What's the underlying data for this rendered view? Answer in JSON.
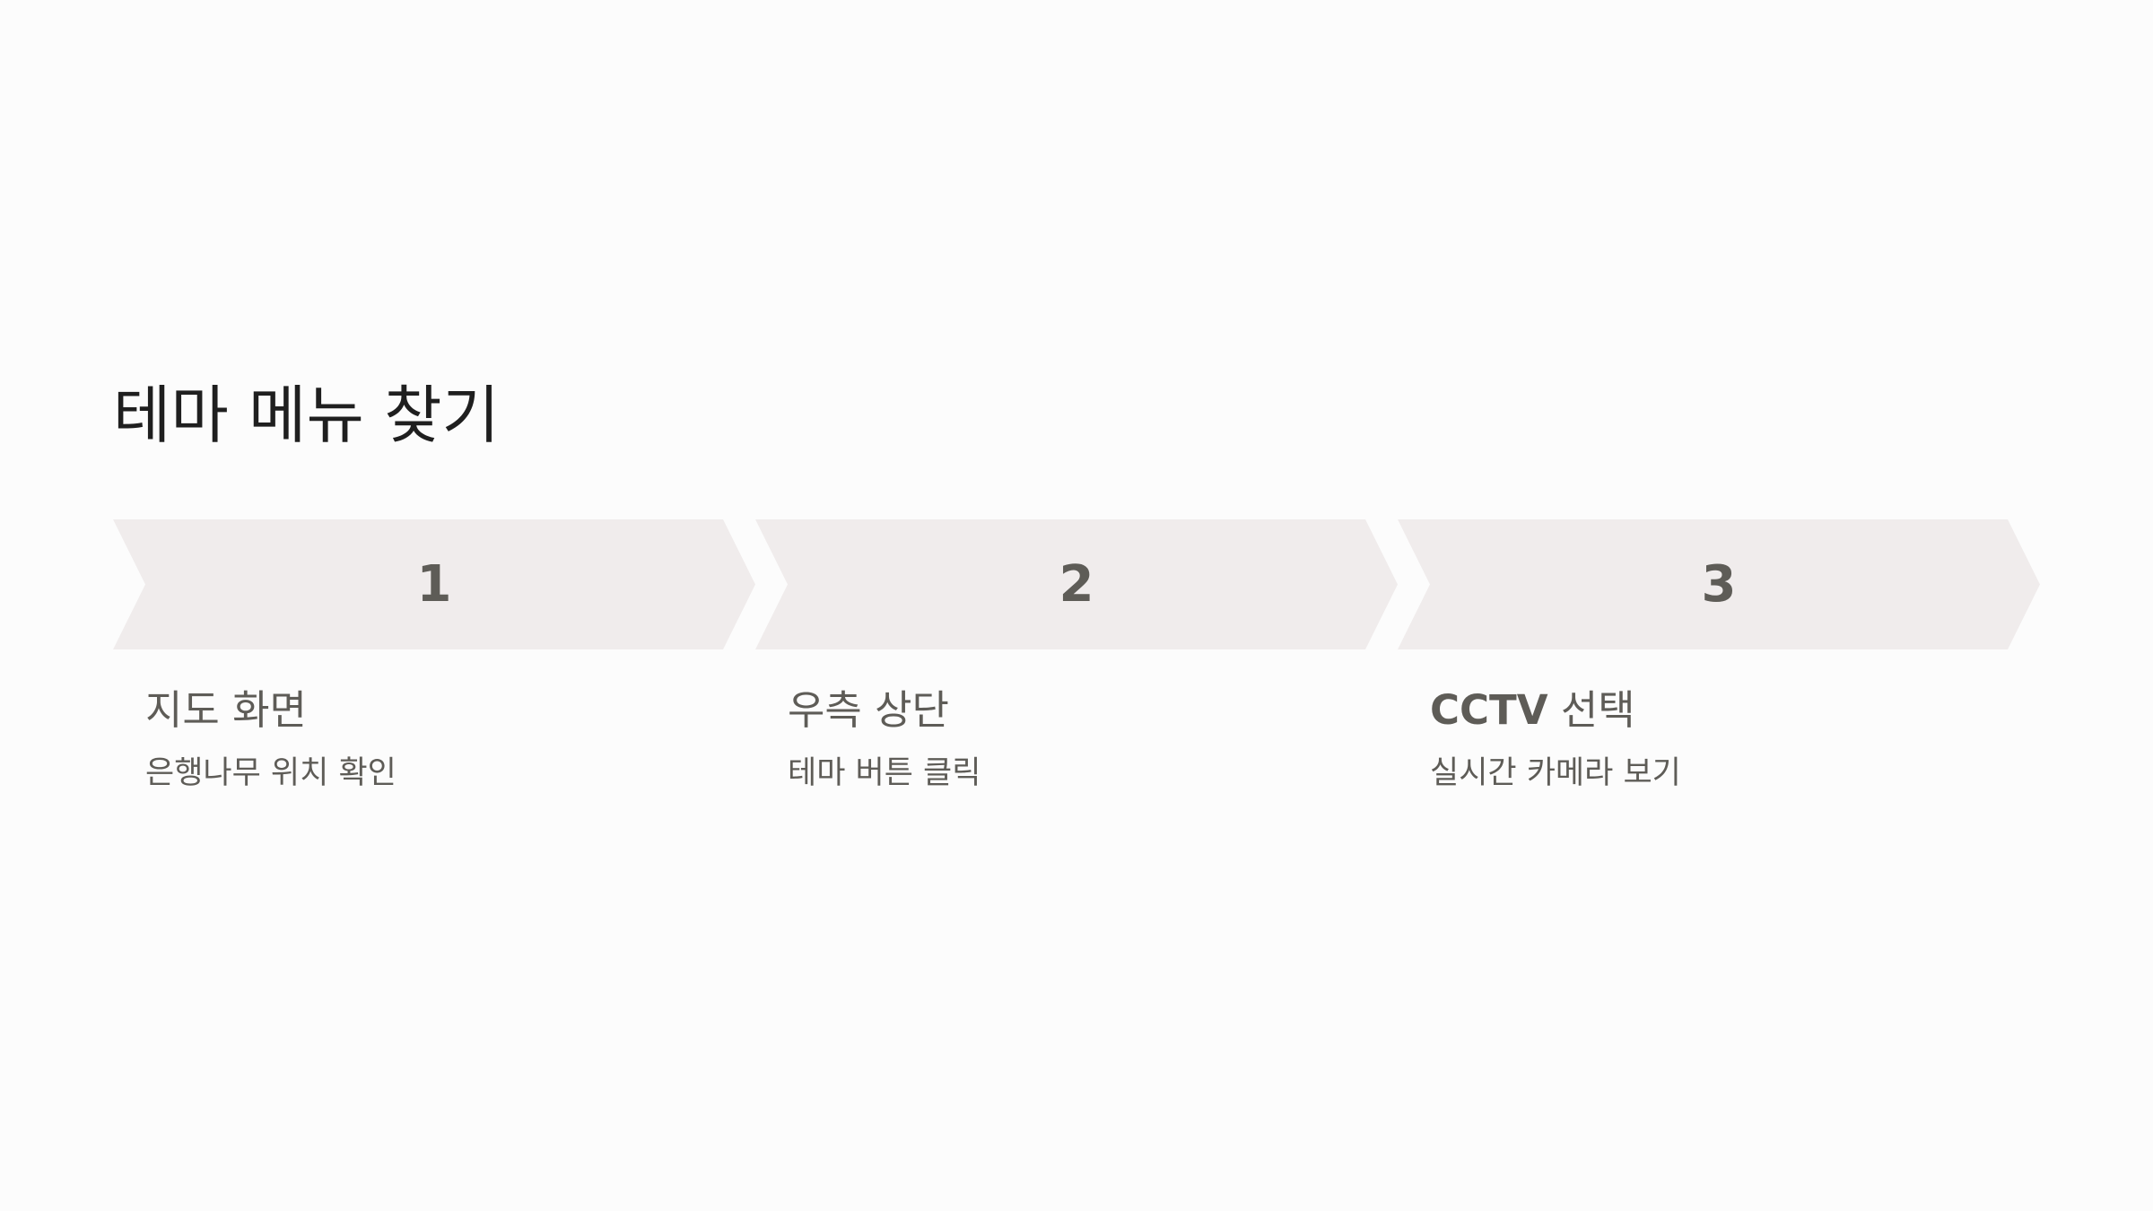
{
  "title": "테마 메뉴 찾기",
  "colors": {
    "background": "#fcfcfc",
    "chevron_fill": "#f0ecec",
    "title_text": "#1f1f1f",
    "body_text": "#5e5c57"
  },
  "steps": [
    {
      "number": "1",
      "title": "지도 화면",
      "description": "은행나무 위치 확인"
    },
    {
      "number": "2",
      "title": "우측 상단",
      "description": "테마 버튼 클릭"
    },
    {
      "number": "3",
      "title_latin": "CCTV",
      "title_rest": " 선택",
      "description": "실시간 카메라 보기"
    }
  ]
}
